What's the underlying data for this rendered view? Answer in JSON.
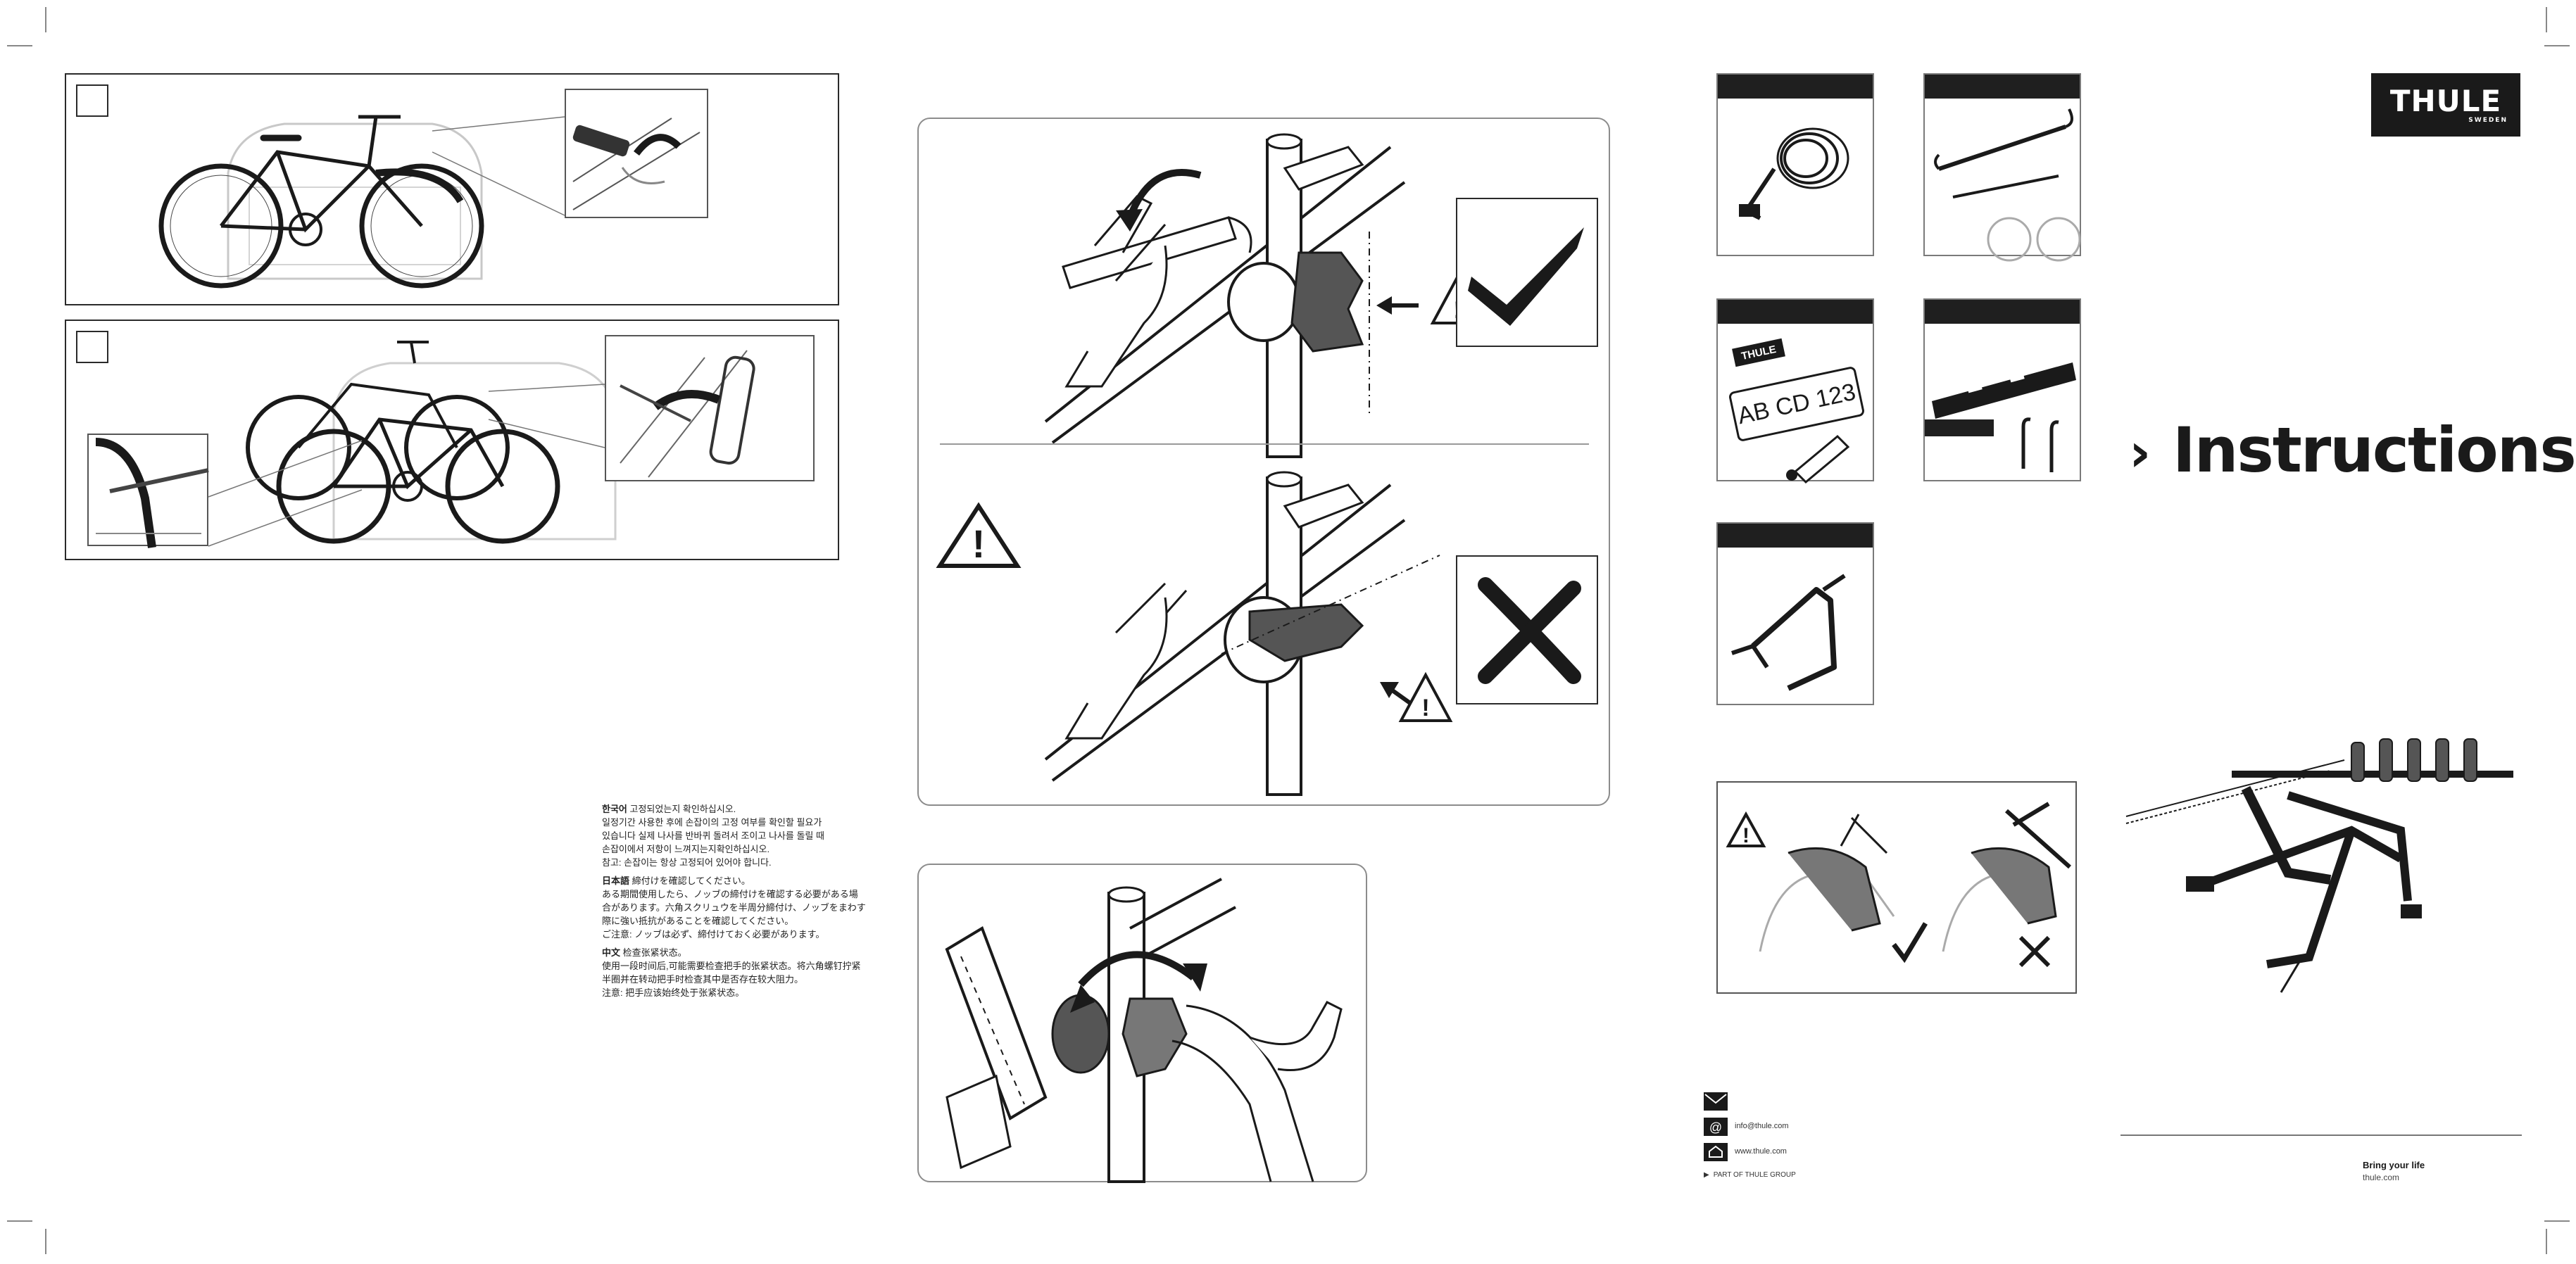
{
  "brand": {
    "logo_text": "THULE",
    "logo_sub": "SWEDEN",
    "title": "Instructions",
    "tagline": "Bring your life",
    "website_footer": "thule.com"
  },
  "contact": {
    "email": "info@thule.com",
    "web": "www.thule.com",
    "group": "PART OF THULE GROUP",
    "icons": [
      "mail-icon",
      "at-icon",
      "home-icon"
    ]
  },
  "plate": {
    "text": "AB CD 123",
    "logo": "THULE"
  },
  "warnings": {
    "languages": [
      {
        "label": "한국어",
        "lines": [
          "고정되었는지 확인하십시오.",
          "일정기간 사용한 후에 손잡이의 고정 여부를 확인할 필요가",
          "있습니다 실제 나사를 반바퀴 돌려서 조이고 나사를 돌릴 때",
          "손잡이에서 저항이 느껴지는지확인하십시오.",
          "참고: 손잡이는 항상 고정되어 있어야 합니다."
        ]
      },
      {
        "label": "日本語",
        "lines": [
          "締付けを確認してください。",
          "ある期間使用したら、ノッブの締付けを確認する必要がある場",
          "合があります。六角スクリュウを半周分締付け、ノッブをまわす",
          "際に強い抵抗があることを確認してください。",
          "ご注意: ノッブは必ず、締付けておく必要があります。"
        ]
      },
      {
        "label": "中文",
        "lines": [
          "检查张紧状态。",
          "使用一段时间后,可能需要检查把手的张紧状态。将六角螺钉拧紧",
          "半圈并在转动把手时检查其中是否存在较大阻力。",
          "注意: 把手应该始终处于张紧状态。"
        ]
      }
    ]
  },
  "colors": {
    "ink": "#1a1a1a",
    "frame": "#2a2a2a",
    "rounded_frame": "#8c8c8c",
    "card_bar": "#1f1f1f"
  }
}
